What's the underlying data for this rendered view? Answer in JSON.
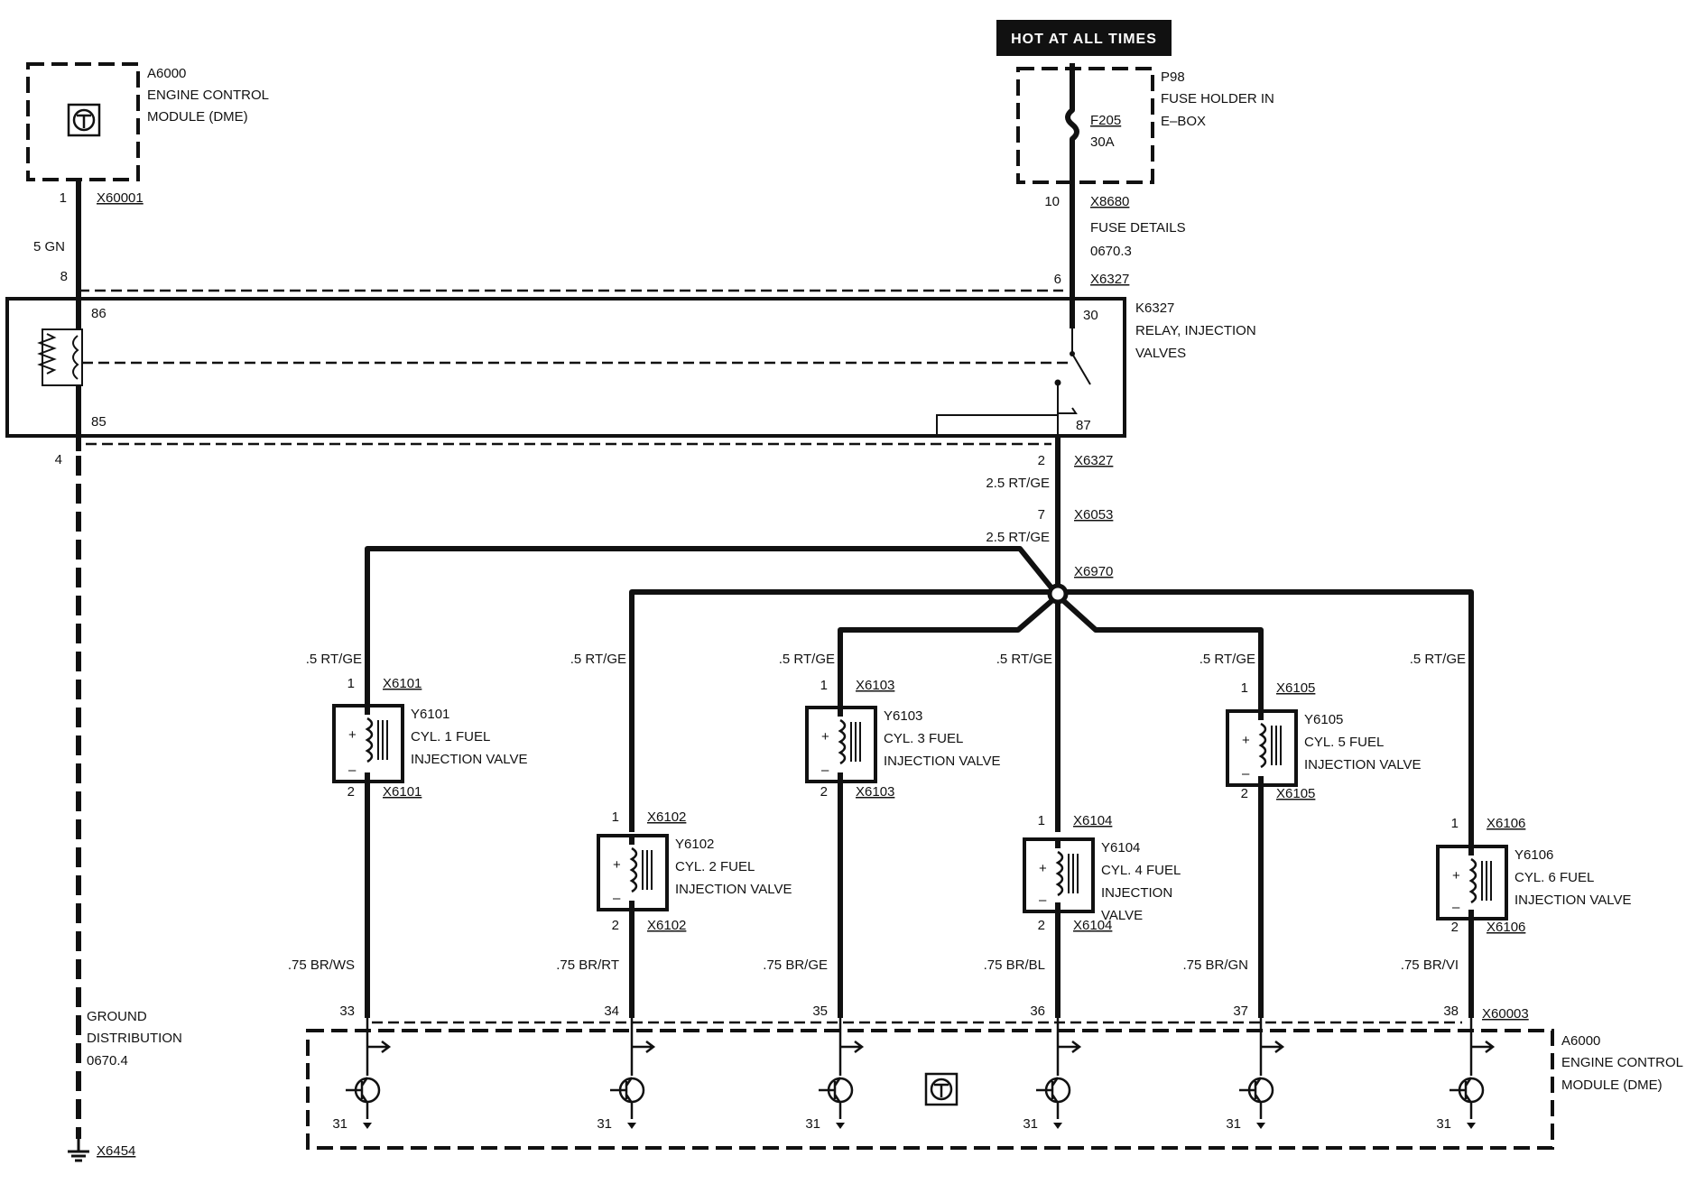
{
  "hot_badge": "HOT AT ALL TIMES",
  "ecm_top": {
    "ref": "A6000",
    "line1": "ENGINE CONTROL",
    "line2": "MODULE (DME)",
    "pin": "1",
    "connector": "X60001"
  },
  "wire_5gn": "5 GN",
  "fuse": {
    "ref": "P98",
    "line1": "FUSE HOLDER IN",
    "line2": "E–BOX",
    "fuse_id": "F205",
    "amps": "30A",
    "pin": "10",
    "connector": "X8680",
    "details1": "FUSE DETAILS",
    "details2": "0670.3"
  },
  "relay": {
    "ref": "K6327",
    "line1": "RELAY, INJECTION",
    "line2": "VALVES",
    "pin86": "86",
    "pin85": "85",
    "pin30": "30",
    "pin87": "87"
  },
  "splice_pins": {
    "left_top": "8",
    "right_top": "6",
    "top_conn": "X6327",
    "left_bottom": "4",
    "bottom_pin": "2",
    "bottom_conn": "X6327"
  },
  "feed": {
    "wire1": "2.5 RT/GE",
    "pin7": "7",
    "conn7": "X6053",
    "wire2": "2.5 RT/GE",
    "splice": "X6970"
  },
  "injectors": [
    {
      "feed_wire": ".5 RT/GE",
      "pin_top": "1",
      "conn_top": "X6101",
      "ref": "Y6101",
      "line1": "CYL. 1 FUEL",
      "line2": "INJECTION VALVE",
      "line3": "",
      "pin_bot": "2",
      "conn_bot": "X6101",
      "ret_wire": ".75 BR/WS",
      "ecm_pin": "33"
    },
    {
      "feed_wire": ".5 RT/GE",
      "pin_top": "1",
      "conn_top": "X6102",
      "ref": "Y6102",
      "line1": "CYL. 2 FUEL",
      "line2": "INJECTION VALVE",
      "line3": "",
      "pin_bot": "2",
      "conn_bot": "X6102",
      "ret_wire": ".75 BR/RT",
      "ecm_pin": "34"
    },
    {
      "feed_wire": ".5 RT/GE",
      "pin_top": "1",
      "conn_top": "X6103",
      "ref": "Y6103",
      "line1": "CYL. 3 FUEL",
      "line2": "INJECTION VALVE",
      "line3": "",
      "pin_bot": "2",
      "conn_bot": "X6103",
      "ret_wire": ".75 BR/GE",
      "ecm_pin": "35"
    },
    {
      "feed_wire": ".5 RT/GE",
      "pin_top": "1",
      "conn_top": "X6104",
      "ref": "Y6104",
      "line1": "CYL. 4 FUEL",
      "line2": "INJECTION",
      "line3": "VALVE",
      "pin_bot": "2",
      "conn_bot": "X6104",
      "ret_wire": ".75 BR/BL",
      "ecm_pin": "36"
    },
    {
      "feed_wire": ".5 RT/GE",
      "pin_top": "1",
      "conn_top": "X6105",
      "ref": "Y6105",
      "line1": "CYL. 5 FUEL",
      "line2": "INJECTION VALVE",
      "line3": "",
      "pin_bot": "2",
      "conn_bot": "X6105",
      "ret_wire": ".75 BR/GN",
      "ecm_pin": "37"
    },
    {
      "feed_wire": ".5 RT/GE",
      "pin_top": "1",
      "conn_top": "X6106",
      "ref": "Y6106",
      "line1": "CYL. 6 FUEL",
      "line2": "INJECTION VALVE",
      "line3": "",
      "pin_bot": "2",
      "conn_bot": "X6106",
      "ret_wire": ".75 BR/VI",
      "ecm_pin": "38"
    }
  ],
  "ecm_bottom": {
    "ref": "A6000",
    "line1": "ENGINE CONTROL",
    "line2": "MODULE (DME)",
    "connector": "X60003",
    "ground_pin": "31"
  },
  "ground": {
    "line1": "GROUND",
    "line2": "DISTRIBUTION",
    "line3": "0670.4",
    "connector": "X6454"
  },
  "symbols": {
    "plus": "+",
    "minus": "–"
  },
  "icons": [
    "ecm-module-icon",
    "fuse-icon",
    "relay-coil-icon",
    "relay-switch-icon",
    "injector-coil-icon",
    "transistor-icon",
    "ground-icon",
    "splice-node-icon"
  ]
}
